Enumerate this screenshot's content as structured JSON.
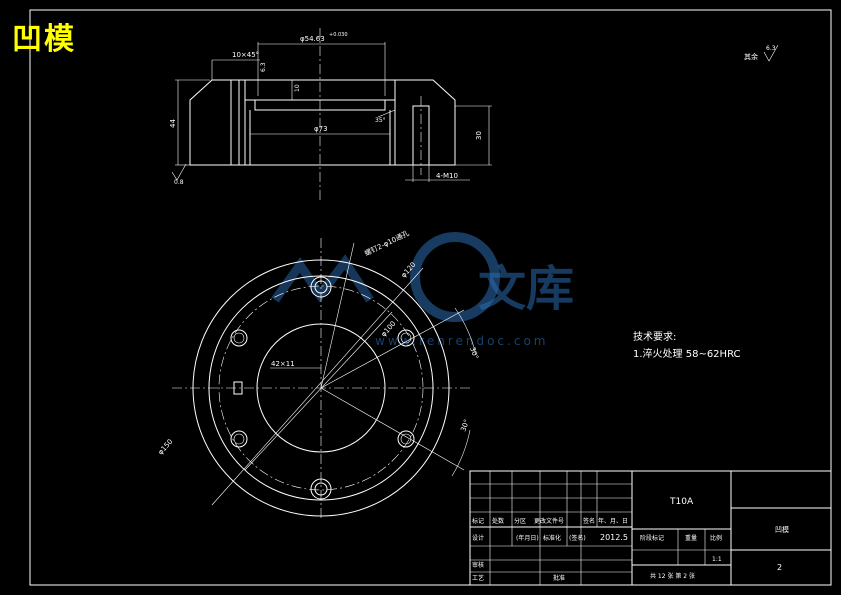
{
  "drawing_title": "凹模",
  "dimensions": {
    "chamfer": "10×45°",
    "dia_top": "φ54.63",
    "dia_top_tol": "+0.030",
    "dia_bottom": "φ73",
    "dim_10": "10",
    "height_44": "44",
    "height_30": "30",
    "pin": "4-M10",
    "angle": "35°",
    "roughness_left": "0.8",
    "roughness_tl": "6.3",
    "roughness_mid": "6.3",
    "bolt_note": "螺钉2-φ10通孔",
    "d120": "φ120",
    "d100": "φ100",
    "d_outer": "φ150",
    "angle_r": "30°",
    "angle_r2": "30°",
    "hole_42": "42×11"
  },
  "roughness_global": {
    "label": "其余",
    "value": "6.3"
  },
  "tech_req": {
    "heading": "技术要求:",
    "item1": "1.淬火处理  58~62HRC"
  },
  "watermark": {
    "brand": "文库",
    "url": "www.renrendoc.com"
  },
  "title_block": {
    "material": "T10A",
    "part_name": "凹模",
    "sheet_no": "2",
    "scale": "1:1",
    "date": "2012.5",
    "row_labels": [
      "标记",
      "处数",
      "分区",
      "更改文件号",
      "签名",
      "年、月、日"
    ],
    "design_label": "设计",
    "standard_label": "标准化",
    "sign_label": "(签名)",
    "date_label": "(年月日)",
    "stage_label": "阶段标记",
    "weight_label": "重量",
    "scale_label": "比例",
    "review_label": "审核",
    "process_label": "工艺",
    "approve_label": "批准",
    "sheets_label": "共 12 张  第 2 张"
  }
}
